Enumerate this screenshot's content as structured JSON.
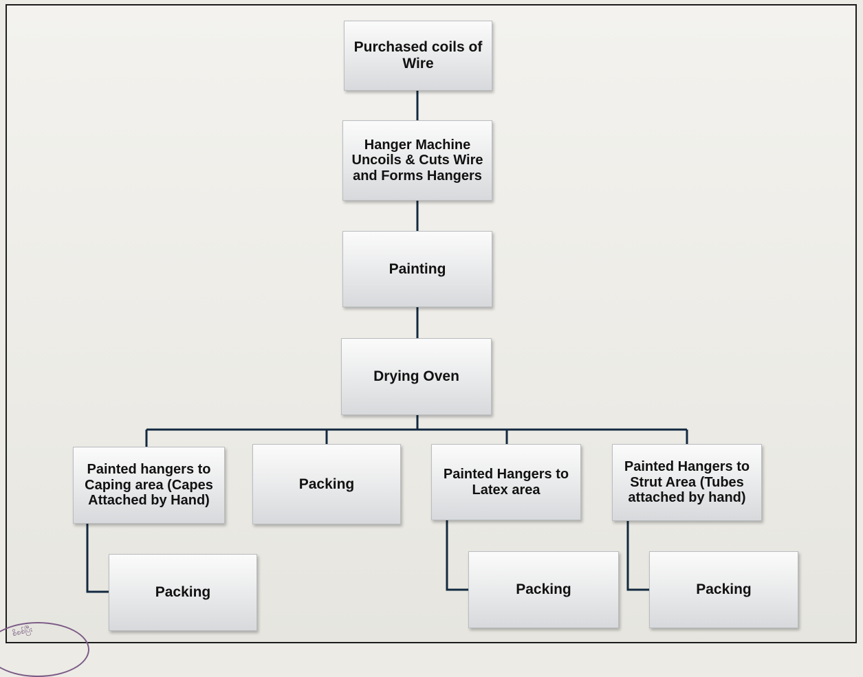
{
  "diagram": {
    "nodes": {
      "purchased": "Purchased coils of Wire",
      "hanger_machine": "Hanger Machine Uncoils & Cuts Wire and Forms Hangers",
      "painting": "Painting",
      "drying": "Drying Oven",
      "caping": "Painted hangers to Caping area (Capes Attached by Hand)",
      "packing_main": "Packing",
      "latex": "Painted Hangers to Latex area",
      "strut": "Painted Hangers to Strut Area (Tubes attached by hand)",
      "packing_caping": "Packing",
      "packing_latex": "Packing",
      "packing_strut": "Packing"
    },
    "seal_text": "စိစစ်ပြီး"
  }
}
